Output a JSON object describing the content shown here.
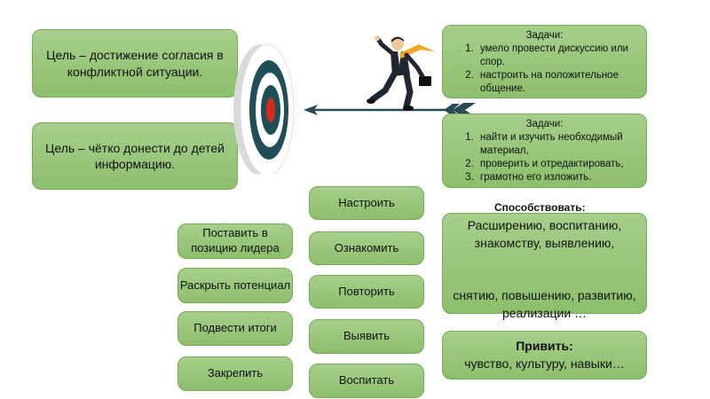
{
  "goals": [
    "Цель – достижение согласия в конфликтной ситуации.",
    "Цель – чётко донести до детей информацию."
  ],
  "tasks": [
    {
      "title": "Задачи:",
      "items": [
        "умело провести дискуссию или спор.",
        "настроить на положительное общение."
      ]
    },
    {
      "title": "Задачи:",
      "items": [
        "найти и изучить необходимый материал,",
        "проверить и отредактировать,",
        "грамотно его изложить."
      ]
    }
  ],
  "left_actions": [
    "Поставить в позицию лидера",
    "Раскрыть потенциал",
    "Подвести итоги",
    "Закрепить"
  ],
  "center_actions": [
    "Настроить",
    "Ознакомить",
    "Повторить",
    "Выявить",
    "Воспитать"
  ],
  "promote": {
    "label": "Способствовать:",
    "line1": "Расширению, воспитанию, знакомству, выявлению,",
    "line2": "снятию, повышению, развитию, реализации …"
  },
  "instill": {
    "label": "Привить:",
    "text": "чувство, культуру, навыки…"
  },
  "colors": {
    "box_fill": "#9bc97d",
    "box_border": "#7aa85c",
    "target_ring": "#1f4e57",
    "target_center": "#d42a20",
    "arrow": "#2b4a55",
    "tie": "#f2a623"
  },
  "icons": [
    "target-icon",
    "businessman-icon",
    "arrow-icon"
  ]
}
